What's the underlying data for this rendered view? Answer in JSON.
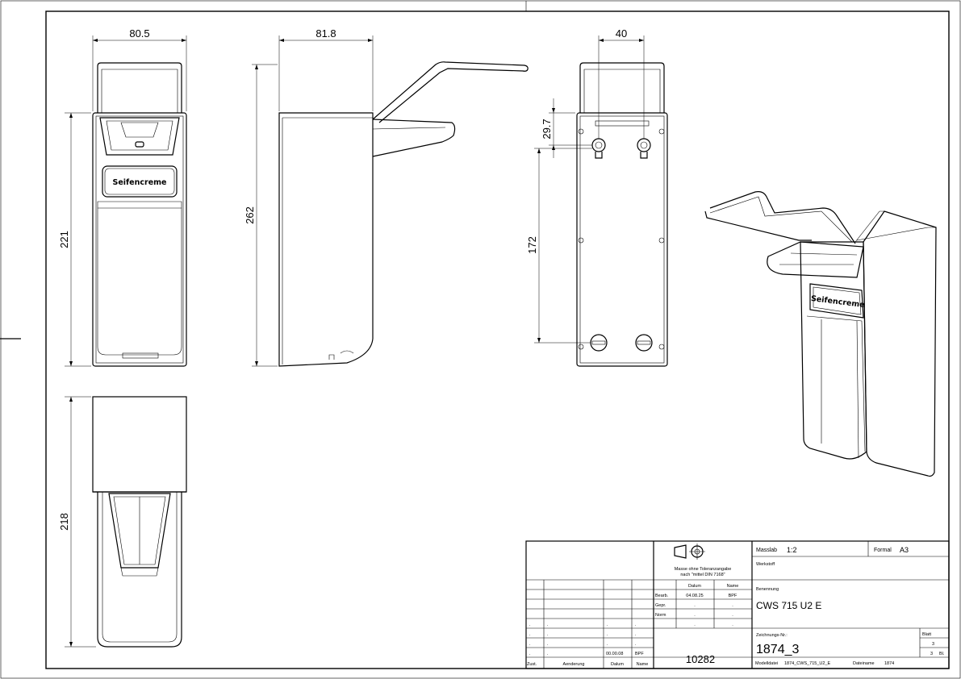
{
  "dimensions": {
    "front_width": "80.5",
    "side_depth": "81.8",
    "back_hole_spacing": "40",
    "front_height": "221",
    "side_height": "262",
    "back_top_offset": "29.7",
    "back_hole_distance": "172",
    "top_depth": "218"
  },
  "product_label": "Seifencreme",
  "title_block": {
    "massstab_label": "Masslab",
    "massstab_value": "1:2",
    "format_label": "Formal",
    "format_value": "A3",
    "tolerance_note_1": "Masse ohne Toleranzangabe",
    "tolerance_note_2": "nach \"mittel DIN 7168\"",
    "werkstoff_label": "Werkstoff",
    "datum_header": "Dalum",
    "name_header": "Name",
    "bearb_label": "Bearb.",
    "bearb_date": "04.08.25",
    "bearb_name": "BPF",
    "gepr_label": "Gepr.",
    "norm_label": "Norm",
    "dot": ".",
    "benennung_label": "Benennung",
    "benennung_value": "CWS 715 U2 E",
    "zeichnungs_label": "Zeichnungs-Nr.:",
    "zeichnungs_value": "1874_3",
    "blatt_label": "Blatt",
    "blatt_value": "3",
    "blatt_total": "3",
    "blatt_suffix": "Bl.",
    "code": "10282",
    "rev_date": "00.00.08",
    "rev_name": "BPF",
    "zust_label": "Zust.",
    "aenderung_label": "Aenderung",
    "datum_label": "Dalum",
    "name_label": "Name",
    "modelldatei_label": "Modelldatei",
    "modelldatei_value": "1874_CWS_715_U2_E",
    "dateiname_label": "Dateiname",
    "dateiname_value": "1874"
  }
}
